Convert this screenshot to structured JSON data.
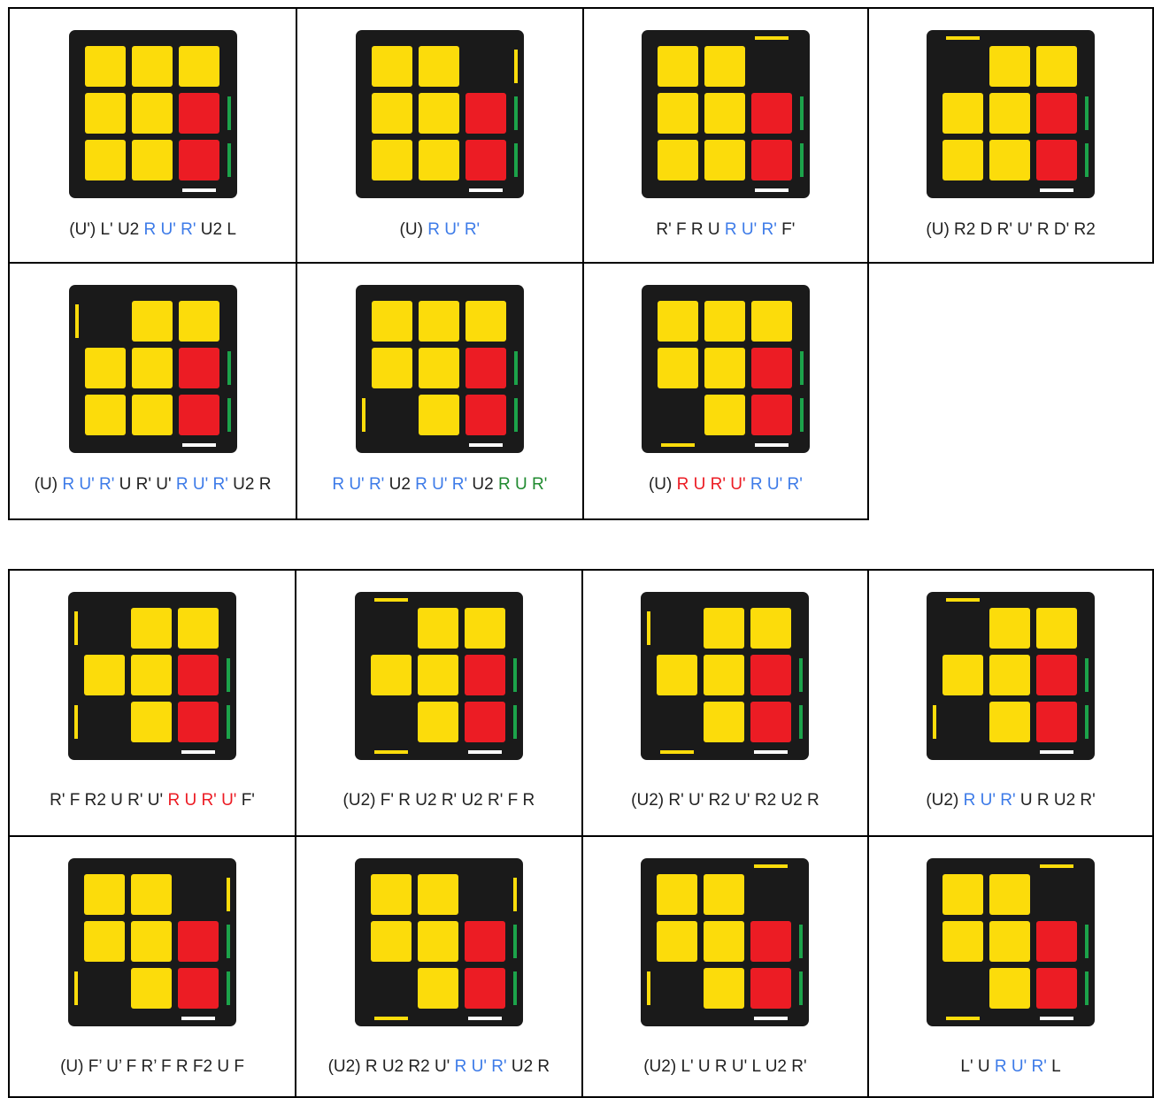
{
  "colors": {
    "sticker_yellow": "#fcdc0b",
    "sticker_red": "#ec1c24",
    "side_green": "#1ca34a",
    "side_yellow": "#fcdc0b",
    "side_white": "#ffffff",
    "cube_body": "#1a1a1a",
    "text_default": "#222222",
    "text_blue": "#3d7be8",
    "text_red": "#ec1c24",
    "text_green": "#1f8a2f"
  },
  "tables": [
    {
      "rows": [
        [
          {
            "grid": [
              "YYY",
              "YYR",
              "YYR"
            ],
            "sides": {
              "right": [
                "-",
                "G",
                "G"
              ],
              "bottom": [
                "-",
                "-",
                "W"
              ]
            },
            "alg": [
              {
                "t": "(U') L' U2 "
              },
              {
                "t": "R U' R'",
                "c": "blue"
              },
              {
                "t": " U2 L"
              }
            ]
          },
          {
            "grid": [
              "YY.",
              "YYR",
              "YYR"
            ],
            "sides": {
              "right": [
                "Y",
                "G",
                "G"
              ],
              "bottom": [
                "-",
                "-",
                "W"
              ]
            },
            "alg": [
              {
                "t": "(U) "
              },
              {
                "t": "R U' R'",
                "c": "blue"
              }
            ]
          },
          {
            "grid": [
              "YY.",
              "YYR",
              "YYR"
            ],
            "sides": {
              "top": [
                "-",
                "-",
                "Y"
              ],
              "right": [
                "-",
                "G",
                "G"
              ],
              "bottom": [
                "-",
                "-",
                "W"
              ]
            },
            "alg": [
              {
                "t": "R' F R U "
              },
              {
                "t": "R U' R'",
                "c": "blue"
              },
              {
                "t": " F'"
              }
            ]
          },
          {
            "grid": [
              ".YY",
              "YYR",
              "YYR"
            ],
            "sides": {
              "top": [
                "Y",
                "-",
                "-"
              ],
              "right": [
                "-",
                "G",
                "G"
              ],
              "bottom": [
                "-",
                "-",
                "W"
              ]
            },
            "alg": [
              {
                "t": "(U) R2 D R' U' R D' R2"
              }
            ]
          }
        ],
        [
          {
            "grid": [
              ".YY",
              "YYR",
              "YYR"
            ],
            "sides": {
              "left": [
                "Y",
                "-",
                "-"
              ],
              "right": [
                "-",
                "G",
                "G"
              ],
              "bottom": [
                "-",
                "-",
                "W"
              ]
            },
            "alg": [
              {
                "t": "(U) "
              },
              {
                "t": "R U' R'",
                "c": "blue"
              },
              {
                "t": " U R' U' "
              },
              {
                "t": "R U' R'",
                "c": "blue"
              },
              {
                "t": " U2 R"
              }
            ]
          },
          {
            "grid": [
              "YYY",
              "YYR",
              ".YR"
            ],
            "sides": {
              "left": [
                "-",
                "-",
                "Y"
              ],
              "right": [
                "-",
                "G",
                "G"
              ],
              "bottom": [
                "-",
                "-",
                "W"
              ]
            },
            "alg": [
              {
                "t": "R U' R'",
                "c": "blue"
              },
              {
                "t": " U2 "
              },
              {
                "t": "R U' R'",
                "c": "blue"
              },
              {
                "t": " U2 "
              },
              {
                "t": "R U R'",
                "c": "green"
              }
            ]
          },
          {
            "grid": [
              "YYY",
              "YYR",
              ".YR"
            ],
            "sides": {
              "right": [
                "-",
                "G",
                "G"
              ],
              "bottom": [
                "Y",
                "-",
                "W"
              ]
            },
            "alg": [
              {
                "t": "(U) "
              },
              {
                "t": "R U R' U'",
                "c": "red"
              },
              {
                "t": " "
              },
              {
                "t": "R U' R'",
                "c": "blue"
              }
            ]
          },
          null
        ]
      ]
    },
    {
      "rows": [
        [
          {
            "grid": [
              ".YY",
              "YYR",
              ".YR"
            ],
            "sides": {
              "left": [
                "Y",
                "-",
                "Y"
              ],
              "right": [
                "-",
                "G",
                "G"
              ],
              "bottom": [
                "-",
                "-",
                "W"
              ]
            },
            "alg": [
              {
                "t": "R' F R2 U R' U' "
              },
              {
                "t": "R U R' U'",
                "c": "red"
              },
              {
                "t": " F'"
              }
            ]
          },
          {
            "grid": [
              ".YY",
              "YYR",
              ".YR"
            ],
            "sides": {
              "top": [
                "Y",
                "-",
                "-"
              ],
              "right": [
                "-",
                "G",
                "G"
              ],
              "bottom": [
                "Y",
                "-",
                "W"
              ]
            },
            "alg": [
              {
                "t": "(U2) F' R U2 R' U2 R' F R"
              }
            ]
          },
          {
            "grid": [
              ".YY",
              "YYR",
              ".YR"
            ],
            "sides": {
              "left": [
                "Y",
                "-",
                "-"
              ],
              "right": [
                "-",
                "G",
                "G"
              ],
              "bottom": [
                "Y",
                "-",
                "W"
              ]
            },
            "alg": [
              {
                "t": "(U2) R' U' R2 U' R2 U2 R"
              }
            ]
          },
          {
            "grid": [
              ".YY",
              "YYR",
              ".YR"
            ],
            "sides": {
              "top": [
                "Y",
                "-",
                "-"
              ],
              "left": [
                "-",
                "-",
                "Y"
              ],
              "right": [
                "-",
                "G",
                "G"
              ],
              "bottom": [
                "-",
                "-",
                "W"
              ]
            },
            "alg": [
              {
                "t": "(U2) "
              },
              {
                "t": "R U' R'",
                "c": "blue"
              },
              {
                "t": " U R U2 R'"
              }
            ]
          }
        ],
        [
          {
            "grid": [
              "YY.",
              "YYR",
              ".YR"
            ],
            "sides": {
              "left": [
                "-",
                "-",
                "Y"
              ],
              "right": [
                "Y",
                "G",
                "G"
              ],
              "bottom": [
                "-",
                "-",
                "W"
              ]
            },
            "alg": [
              {
                "t": "(U) F’ U’ F R’ F R F2 U F"
              }
            ]
          },
          {
            "grid": [
              "YY.",
              "YYR",
              ".YR"
            ],
            "sides": {
              "right": [
                "Y",
                "G",
                "G"
              ],
              "bottom": [
                "Y",
                "-",
                "W"
              ]
            },
            "alg": [
              {
                "t": "(U2) R U2 R2 U' "
              },
              {
                "t": "R U' R'",
                "c": "blue"
              },
              {
                "t": " U2 R"
              }
            ]
          },
          {
            "grid": [
              "YY.",
              "YYR",
              ".YR"
            ],
            "sides": {
              "top": [
                "-",
                "-",
                "Y"
              ],
              "left": [
                "-",
                "-",
                "Y"
              ],
              "right": [
                "-",
                "G",
                "G"
              ],
              "bottom": [
                "-",
                "-",
                "W"
              ]
            },
            "alg": [
              {
                "t": "(U2) L' U R U' L U2 R'"
              }
            ]
          },
          {
            "grid": [
              "YY.",
              "YYR",
              ".YR"
            ],
            "sides": {
              "top": [
                "-",
                "-",
                "Y"
              ],
              "right": [
                "-",
                "G",
                "G"
              ],
              "bottom": [
                "Y",
                "-",
                "W"
              ]
            },
            "alg": [
              {
                "t": "L' U "
              },
              {
                "t": "R U' R'",
                "c": "blue"
              },
              {
                "t": " L"
              }
            ]
          }
        ]
      ]
    }
  ]
}
